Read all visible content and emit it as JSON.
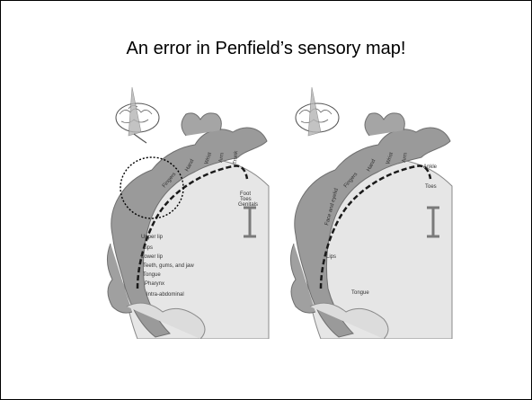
{
  "slide": {
    "title": "An error in Penfield’s sensory map!"
  },
  "left_map": {
    "labels": {
      "upper_lip": "Upper lip",
      "lips": "Lips",
      "lower_lip": "Lower lip",
      "teeth": "Teeth, gums, and jaw",
      "tongue": "Tongue",
      "pharynx": "Pharynx",
      "intra_abdominal": "Intra-abdominal",
      "foot": "Foot",
      "toes": "Toes",
      "genitals": "Genitals"
    }
  },
  "right_map": {
    "labels": {
      "ankle": "Ankle",
      "toes": "Toes",
      "face_eyelid": "Face and eyelid",
      "lips": "Lips",
      "tongue": "Tongue"
    }
  },
  "colors": {
    "cortex": "#9a9a9a",
    "cortex_edge": "#6f6f6f",
    "white_matter": "#e6e6e6",
    "label_bar": "#1a1a1a"
  }
}
